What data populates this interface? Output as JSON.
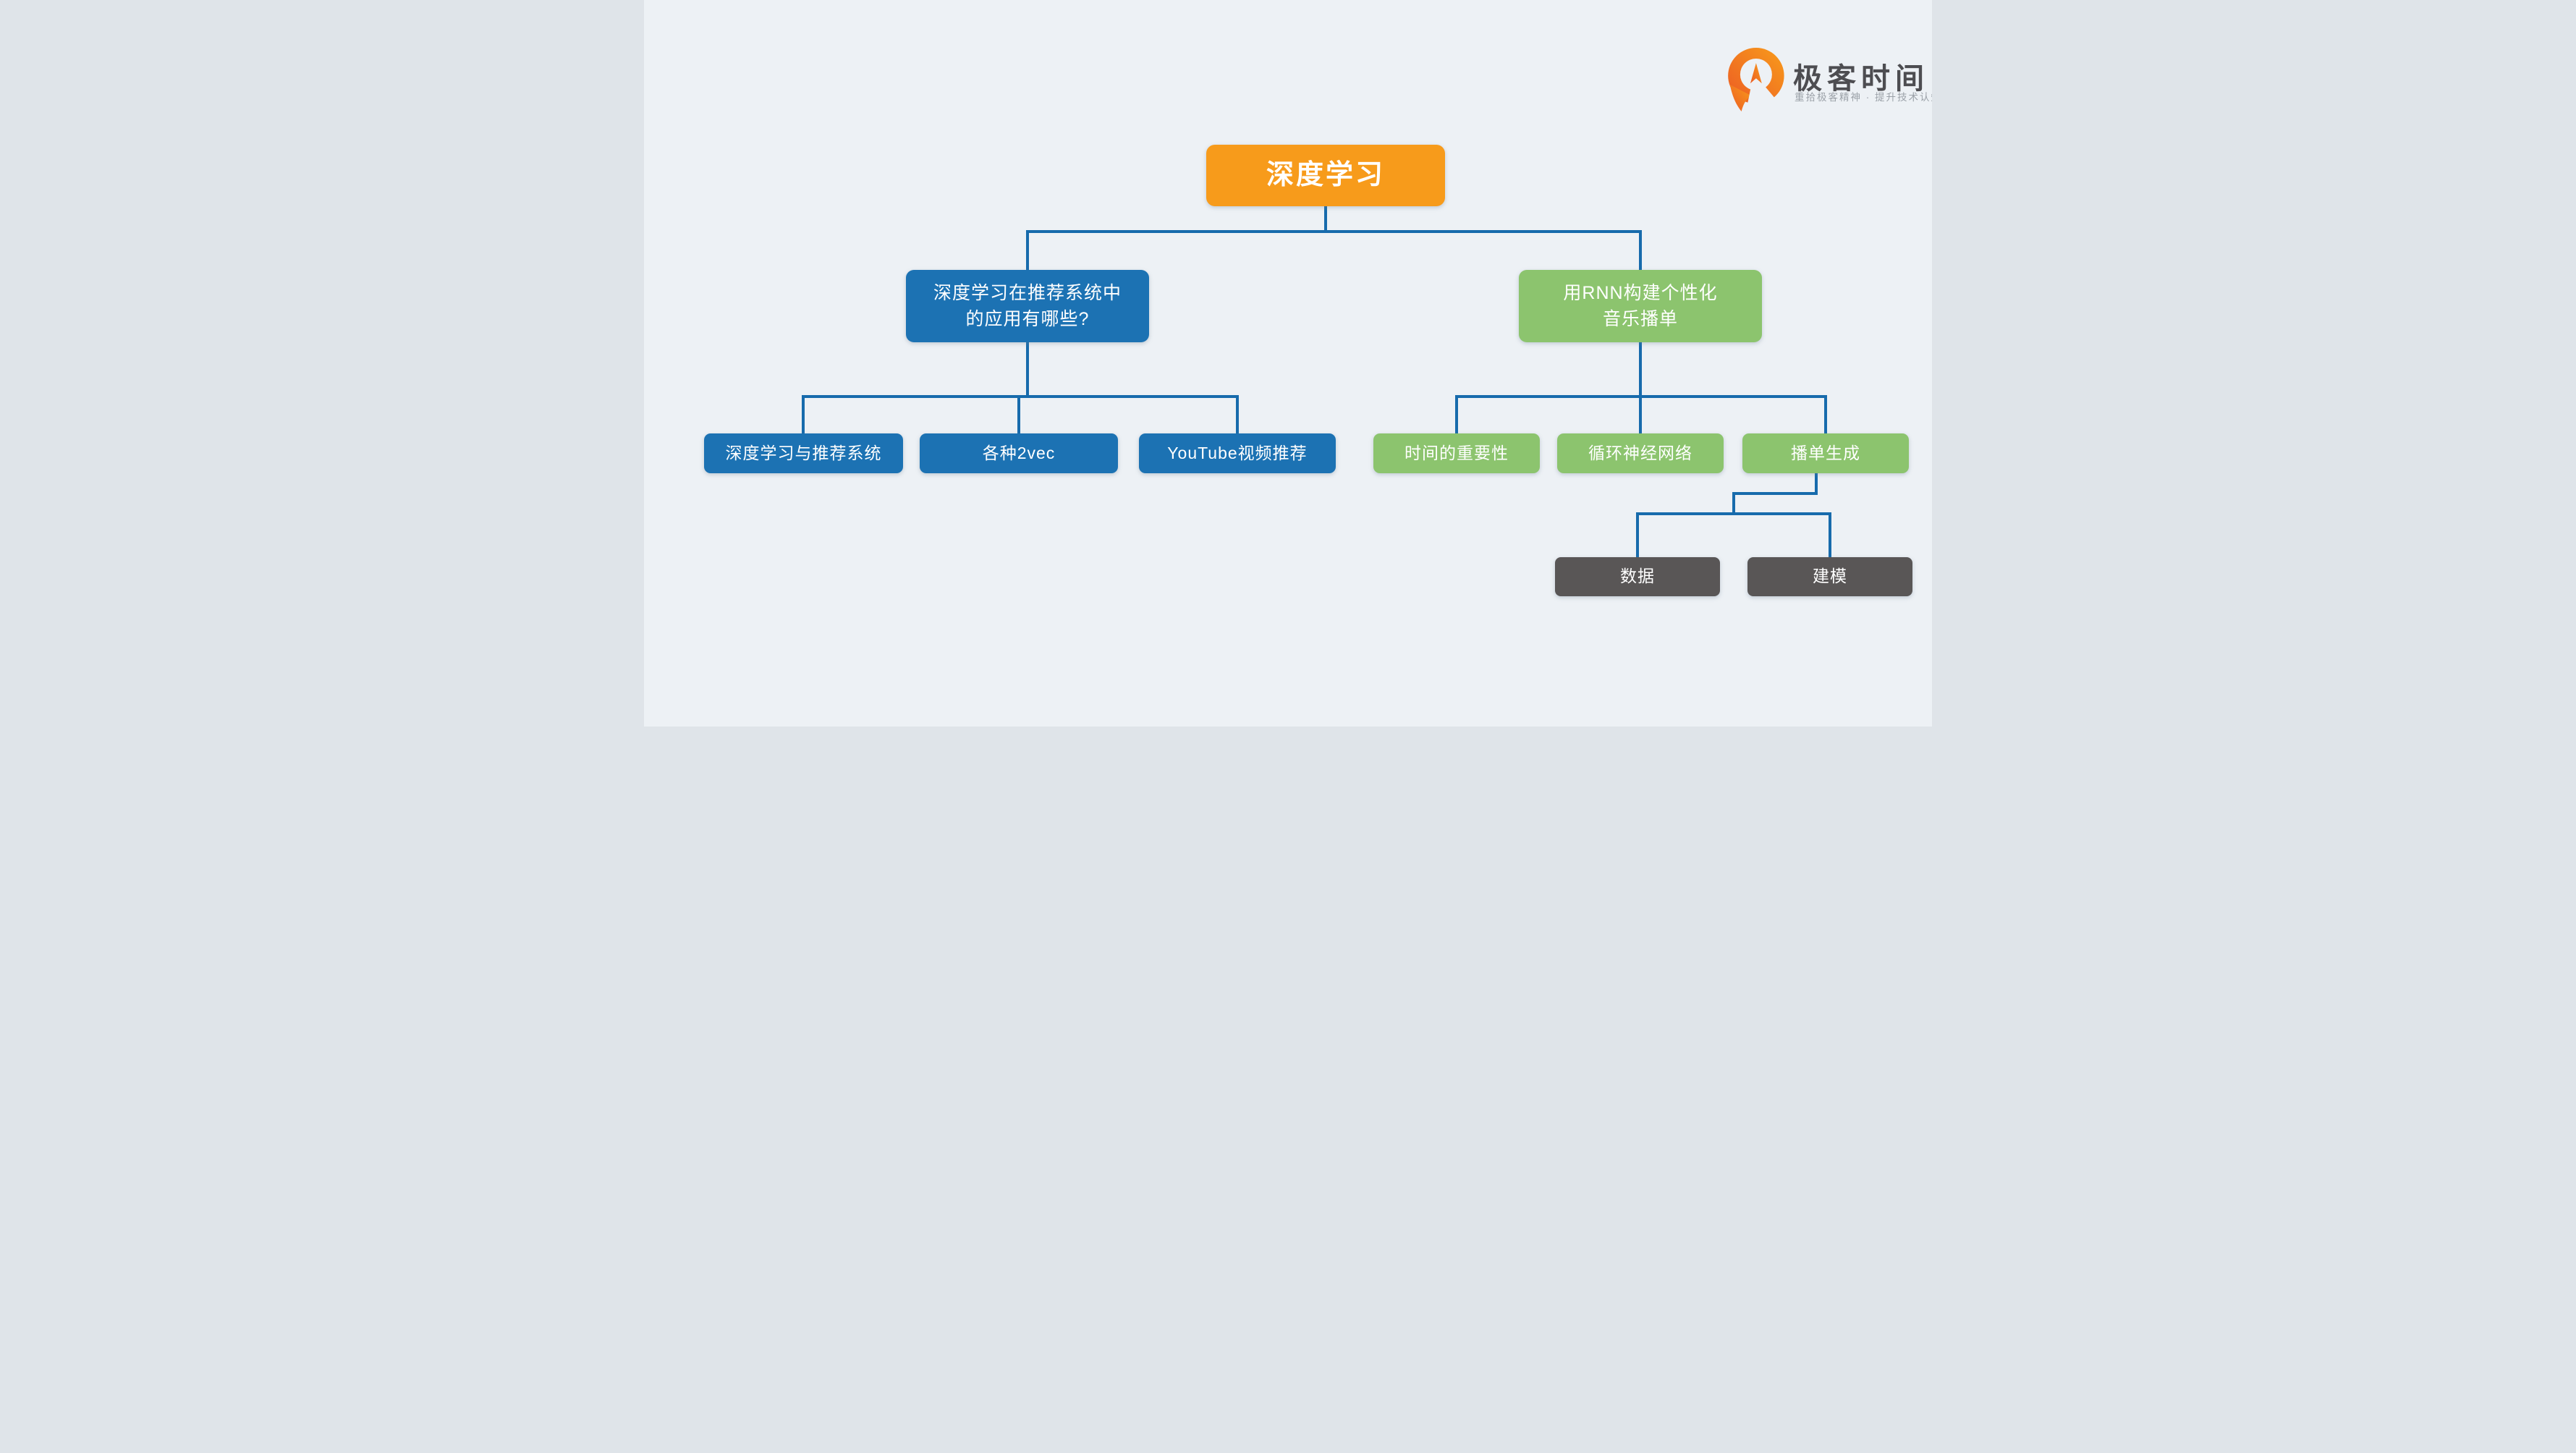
{
  "logo": {
    "brand": "极客时间",
    "tagline": "重拾极客精神 · 提升技术认知"
  },
  "palette": {
    "background": "#edf1f5",
    "root_orange": "#f79b1b",
    "branch_blue": "#1c72b3",
    "branch_green": "#8cc46e",
    "leaf_dark": "#595656",
    "connector_blue": "#176bac",
    "logo_orange_light": "#f89c1b",
    "logo_orange_dark": "#ec5b24",
    "brand_text": "#4d4d51",
    "tagline_text": "#9ba1a8"
  },
  "mindmap": {
    "root": "深度学习",
    "left": {
      "topic": "深度学习在推荐系统中\n的应用有哪些?",
      "children": [
        "深度学习与推荐系统",
        "各种2vec",
        "YouTube视频推荐"
      ]
    },
    "right": {
      "topic": "用RNN构建个性化\n音乐播单",
      "children": [
        "时间的重要性",
        "循环神经网络",
        "播单生成"
      ],
      "playlist_children": [
        "数据",
        "建模"
      ]
    }
  }
}
